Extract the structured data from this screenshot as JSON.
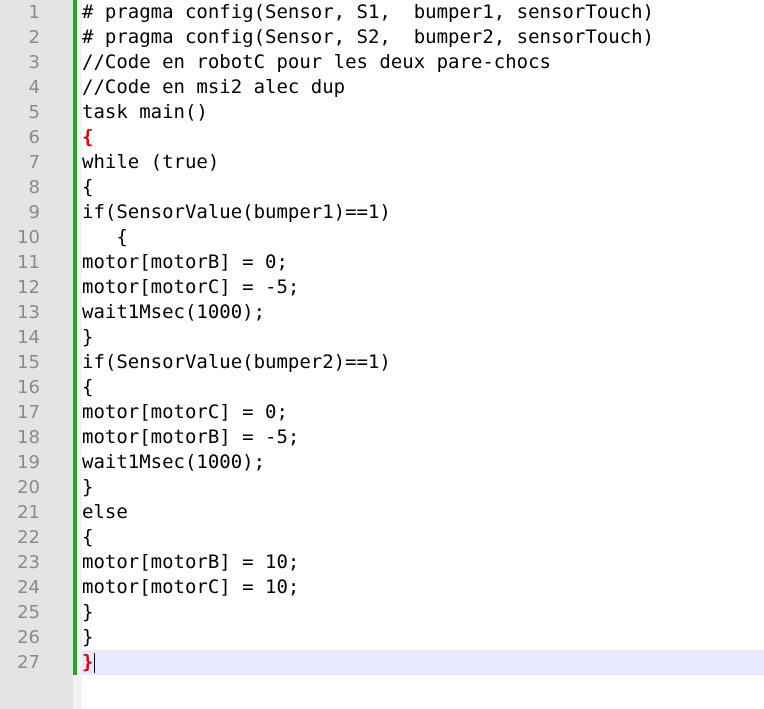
{
  "editor": {
    "lines": [
      {
        "number": "1",
        "text": "# pragma config(Sensor, S1,  bumper1, sensorTouch)",
        "style": "normal"
      },
      {
        "number": "2",
        "text": "# pragma config(Sensor, S2,  bumper2, sensorTouch)",
        "style": "normal"
      },
      {
        "number": "3",
        "text": "//Code en robotC pour les deux pare-chocs",
        "style": "normal"
      },
      {
        "number": "4",
        "text": "//Code en msi2 alec dup",
        "style": "normal"
      },
      {
        "number": "5",
        "text": "task main()",
        "style": "normal"
      },
      {
        "number": "6",
        "text": "{",
        "style": "brace-red"
      },
      {
        "number": "7",
        "text": "while (true)",
        "style": "normal"
      },
      {
        "number": "8",
        "text": "{",
        "style": "normal"
      },
      {
        "number": "9",
        "text": "if(SensorValue(bumper1)==1)",
        "style": "normal"
      },
      {
        "number": "10",
        "text": "   {",
        "style": "normal"
      },
      {
        "number": "11",
        "text": "motor[motorB] = 0;",
        "style": "normal"
      },
      {
        "number": "12",
        "text": "motor[motorC] = -5;",
        "style": "normal"
      },
      {
        "number": "13",
        "text": "wait1Msec(1000);",
        "style": "normal"
      },
      {
        "number": "14",
        "text": "}",
        "style": "normal"
      },
      {
        "number": "15",
        "text": "if(SensorValue(bumper2)==1)",
        "style": "normal"
      },
      {
        "number": "16",
        "text": "{",
        "style": "normal"
      },
      {
        "number": "17",
        "text": "motor[motorC] = 0;",
        "style": "normal"
      },
      {
        "number": "18",
        "text": "motor[motorB] = -5;",
        "style": "normal"
      },
      {
        "number": "19",
        "text": "wait1Msec(1000);",
        "style": "normal"
      },
      {
        "number": "20",
        "text": "}",
        "style": "normal"
      },
      {
        "number": "21",
        "text": "else",
        "style": "normal"
      },
      {
        "number": "22",
        "text": "{",
        "style": "normal"
      },
      {
        "number": "23",
        "text": "motor[motorB] = 10;",
        "style": "normal"
      },
      {
        "number": "24",
        "text": "motor[motorC] = 10;",
        "style": "normal"
      },
      {
        "number": "25",
        "text": "}",
        "style": "normal"
      },
      {
        "number": "26",
        "text": "}",
        "style": "normal"
      },
      {
        "number": "27",
        "text": "}",
        "style": "brace-red",
        "current": true
      }
    ],
    "colors": {
      "gutter_background": "#e4e4e4",
      "line_number_text": "#8a8a8a",
      "change_bar": "#2aa52a",
      "brace_highlight": "#e00000",
      "current_line_highlight": "#e8e8ff"
    }
  }
}
